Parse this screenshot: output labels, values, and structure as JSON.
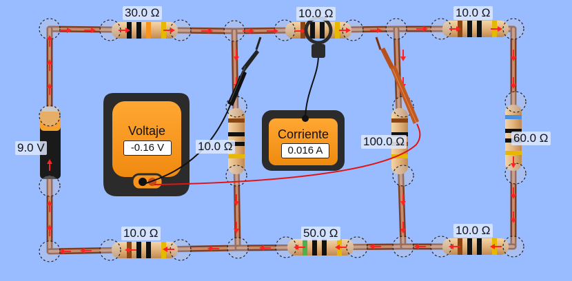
{
  "resistors": {
    "top_left": "30.0 Ω",
    "top_mid": "10.0 Ω",
    "top_right": "10.0 Ω",
    "mid_left": "10.0 Ω",
    "mid_right": "100.0 Ω",
    "right": "60.0 Ω",
    "bottom_left": "10.0 Ω",
    "bottom_mid": "50.0 Ω",
    "bottom_right": "10.0 Ω"
  },
  "battery": {
    "label": "9.0 V"
  },
  "voltmeter": {
    "title": "Voltaje",
    "value": "-0.16 V"
  },
  "ammeter": {
    "title": "Corriente",
    "value": "0.016 A"
  },
  "colors": {
    "background": "#99bbff",
    "wire": "#b06a4a",
    "meter_body": "#f7941d",
    "meter_frame": "#2b2b2b",
    "current_arrow": "#ff2222"
  }
}
